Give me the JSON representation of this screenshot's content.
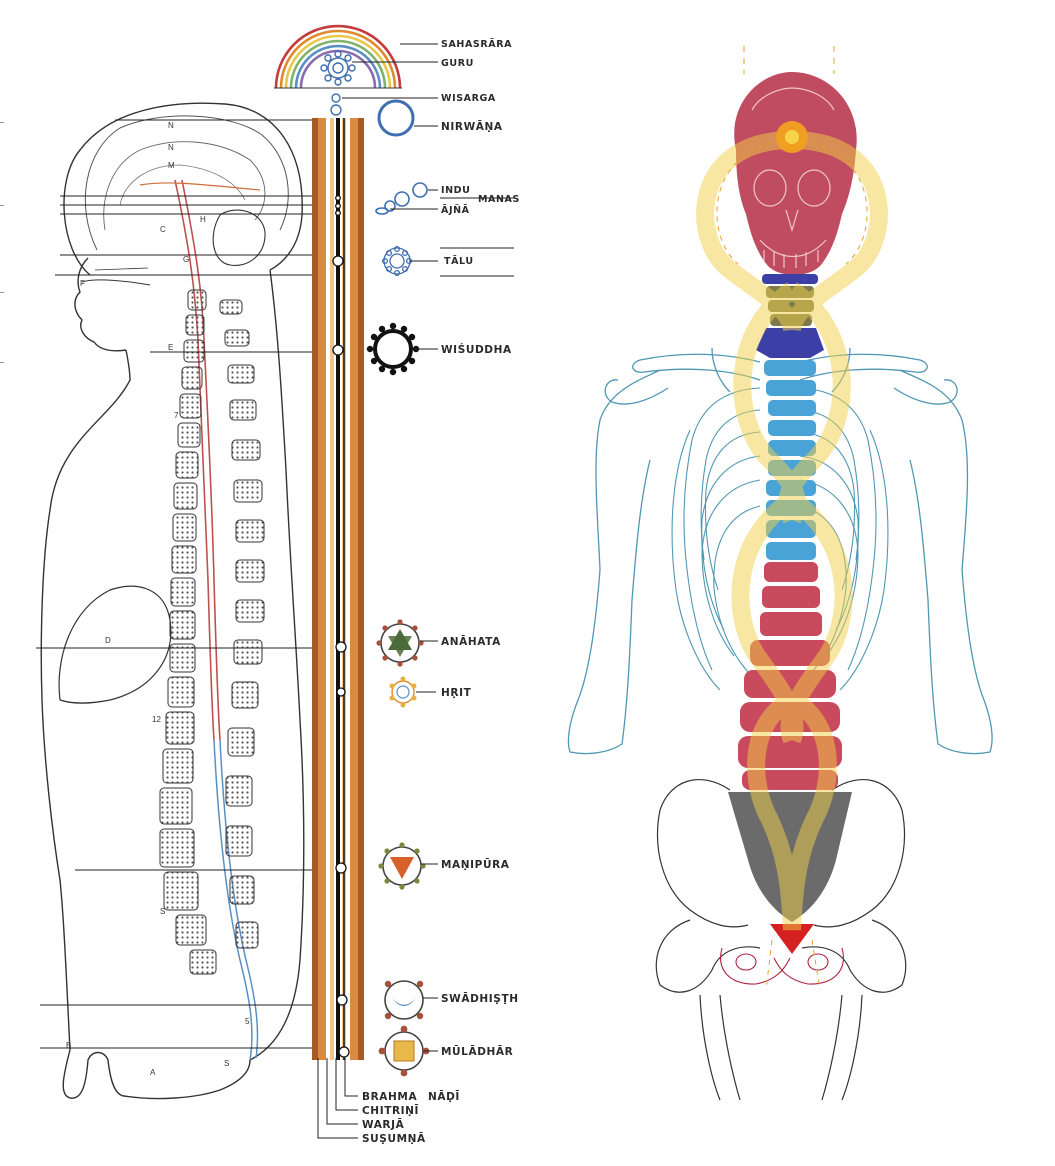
{
  "chakra_labels": {
    "sahasrara": "SAHASRĀRA",
    "guru": "GURU",
    "wisarga": "WISARGA",
    "nirwana": "NIRWĀṆA",
    "indu": "INDU",
    "manas": "MANAS",
    "ajna": "ĀJÑĀ",
    "talu": "TĀLU",
    "wisuddha": "WIŚUDDHA",
    "anahata": "ANĀHATA",
    "hrit": "HṚIT",
    "manipura": "MAṆIPŪRA",
    "swadhisthana": "SWĀDHIṢṬH",
    "muladhara": "MŪLĀDHĀR"
  },
  "nadi_labels": {
    "brahma": "BRAHMA",
    "nadi": "NĀḌĪ",
    "chitrini": "CHITRIṆĪ",
    "warja": "WARJĀ",
    "susumna": "SUṢUMṆĀ"
  },
  "region_letters": {
    "a": "A",
    "b": "B",
    "c": "C",
    "d": "D",
    "e": "E",
    "f": "F",
    "g": "G",
    "h": "H",
    "m": "M",
    "n": "N",
    "s": "S",
    "seven": "7",
    "twelve": "12",
    "five": "5"
  },
  "colors": {
    "rainbow": [
      "#c43b3b",
      "#e08a2e",
      "#e8c84a",
      "#7fb26a",
      "#5a8fc4",
      "#8a6bb1"
    ],
    "column_outer": "#a85a24",
    "column_inner": "#d98b3f",
    "chakra_blue": "#3f6fb0",
    "skull": "#b8384f",
    "cervical": "#7a7a4c",
    "thoracic_upper": "#3b3fa6",
    "thoracic": "#4aa3d6",
    "lumbar": "#c94a5c",
    "sacrum": "#6b6b6b",
    "coccyx": "#d42020",
    "nadi_glow": "#f3d04a",
    "crown_point": "#f0a020",
    "bone_outline": "#4f98b3"
  }
}
